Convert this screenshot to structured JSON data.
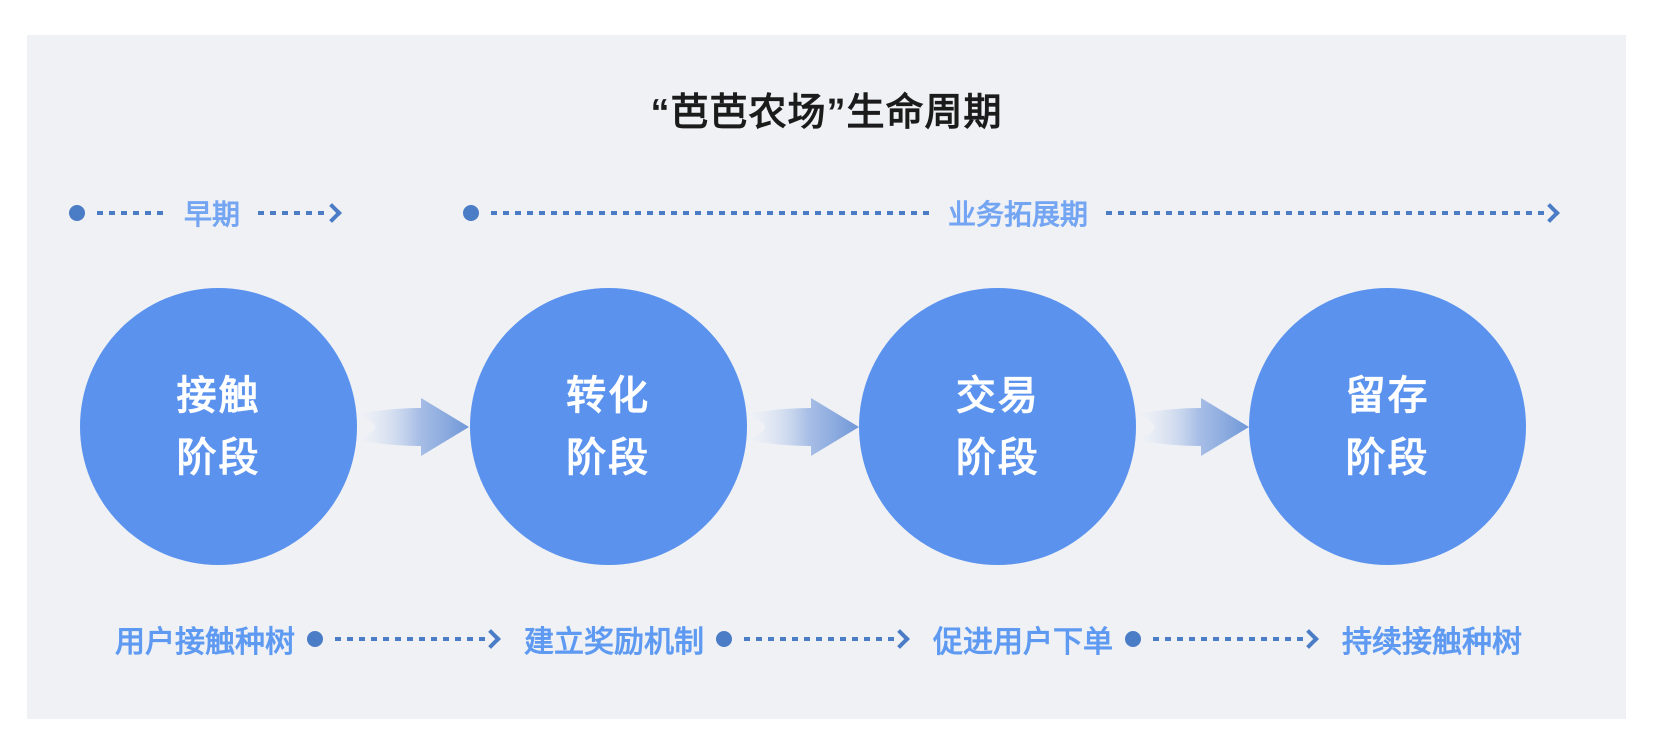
{
  "title": "“芭芭农场”生命周期",
  "timeline": {
    "segments": [
      {
        "label": "早期"
      },
      {
        "label": "业务拓展期"
      }
    ]
  },
  "stages": [
    {
      "line1": "接触",
      "line2": "阶段"
    },
    {
      "line1": "转化",
      "line2": "阶段"
    },
    {
      "line1": "交易",
      "line2": "阶段"
    },
    {
      "line1": "留存",
      "line2": "阶段"
    }
  ],
  "notes": [
    {
      "label": "用户接触种树"
    },
    {
      "label": "建立奖励机制"
    },
    {
      "label": "促进用户下单"
    },
    {
      "label": "持续接触种树"
    }
  ],
  "icons": {
    "timeline_start": "dot-icon",
    "timeline_connector": "dashed-line",
    "timeline_end": "chevron-right-icon",
    "stage_connector": "gradient-block-arrow-icon"
  },
  "colors": {
    "panel_bg": "#EFF1F5",
    "title_color": "#1B1B1B",
    "circle_blue": "#5A92EE",
    "line_blue": "#4B7CC6",
    "label_blue_light": "#74A5F3",
    "label_blue": "#5F9AF2",
    "arrow_grad_start": "#EDF1F8",
    "arrow_grad_end": "#6F97D8"
  }
}
